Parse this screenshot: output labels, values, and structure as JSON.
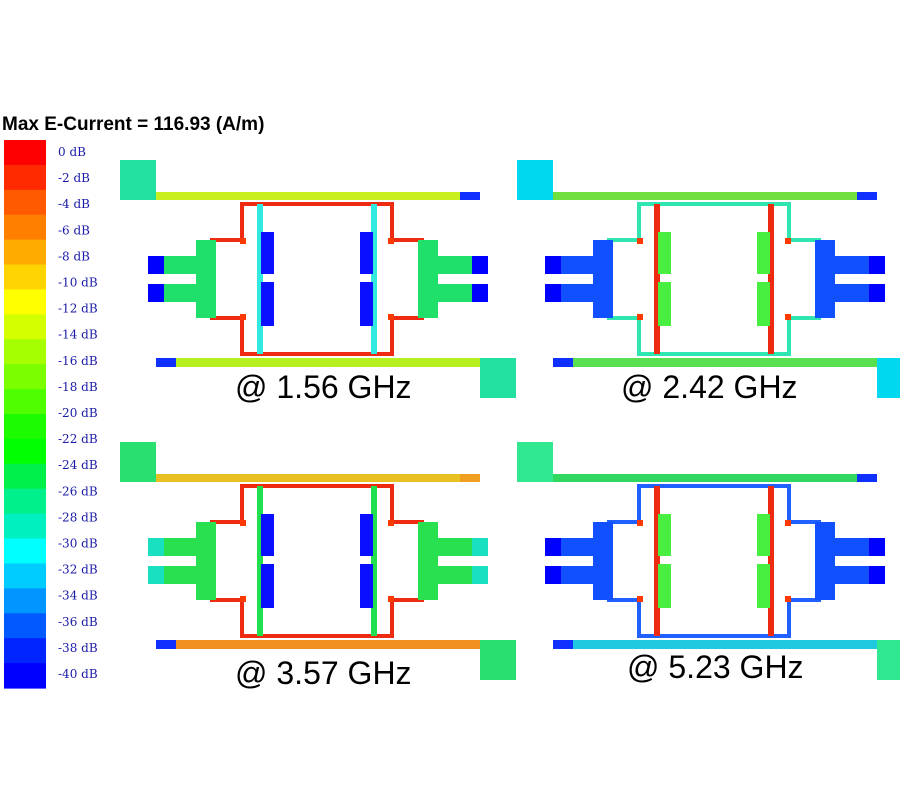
{
  "header": {
    "title": "Max E-Current = 116.93 (A/m)"
  },
  "legend": {
    "colors": [
      "#ff0000",
      "#ff2a00",
      "#ff5a00",
      "#ff8000",
      "#ffab00",
      "#ffd400",
      "#ffff00",
      "#d4ff00",
      "#a6ff00",
      "#7bff00",
      "#4fff00",
      "#1dfb00",
      "#00ff00",
      "#00f04a",
      "#00f08c",
      "#00f0c0",
      "#00ffff",
      "#00ccff",
      "#0095ff",
      "#005aff",
      "#0025ff",
      "#0000ff"
    ],
    "labels": [
      "0 dB",
      "-2 dB",
      "-4 dB",
      "-6 dB",
      "-8 dB",
      "-10 dB",
      "-12 dB",
      "-14 dB",
      "-16 dB",
      "-18 dB",
      "-20 dB",
      "-22 dB",
      "-24 dB",
      "-26 dB",
      "-28 dB",
      "-30 dB",
      "-32 dB",
      "-34 dB",
      "-36 dB",
      "-38 dB",
      "-40 dB"
    ]
  },
  "panels": [
    {
      "label": "@ 1.56 GHz",
      "feed": "#22e0a0",
      "line_top": "#c8ef20",
      "line_bottom": "#b6f020",
      "ring": "#ee2a10",
      "couplers": "#30e9e0",
      "stubs": "#1ee06a",
      "pads": "#0a10ff",
      "stub_tips": "#0000ff"
    },
    {
      "label": "@ 2.42 GHz",
      "feed": "#00d8f0",
      "line_top": "#70e040",
      "line_bottom": "#58e050",
      "ring": "#30e6b0",
      "couplers": "#ee2a10",
      "stubs": "#1050ff",
      "pads": "#48ee40",
      "stub_tips": "#0000ff"
    },
    {
      "label": "@ 3.57 GHz",
      "feed": "#28e070",
      "line_top": "#e8c020",
      "line_bottom": "#f09020",
      "ring": "#ee2a10",
      "couplers": "#20e050",
      "stubs": "#28e050",
      "pads": "#0a10ff",
      "stub_tips": "#18e0c0"
    },
    {
      "label": "@ 5.23 GHz",
      "feed": "#30e890",
      "line_top": "#30d860",
      "line_bottom": "#20c8e0",
      "ring": "#2060ff",
      "couplers": "#ee2a10",
      "stubs": "#1050ff",
      "pads": "#48ee40",
      "stub_tips": "#0000ff"
    }
  ]
}
